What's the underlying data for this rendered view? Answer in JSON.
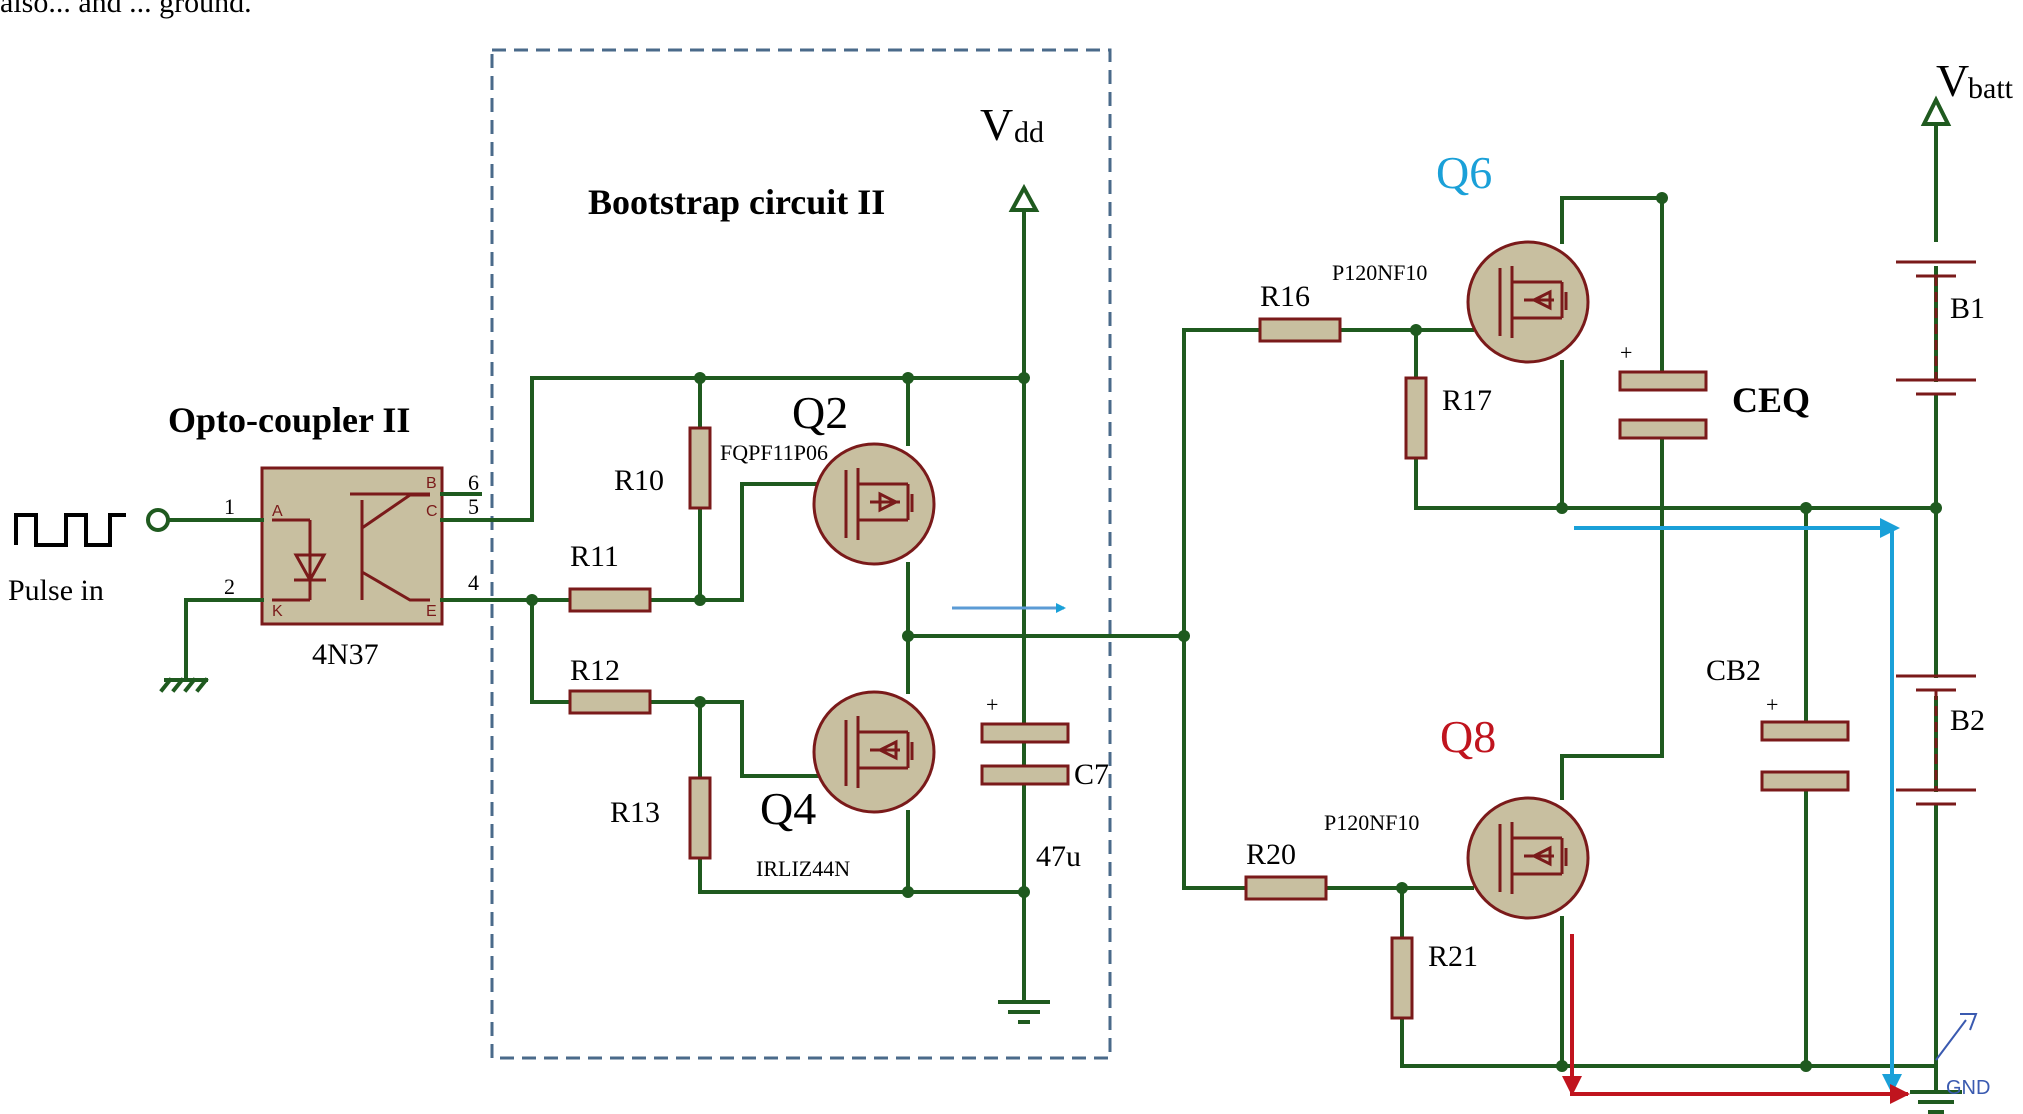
{
  "header_fragment": "also... and ... ground.",
  "labels": {
    "vdd_main": "V",
    "vdd_sub": "dd",
    "vbatt_main": "V",
    "vbatt_sub": "batt",
    "bootstrap": "Bootstrap circuit II",
    "opto_title": "Opto-coupler II",
    "opto_part": "4N37",
    "pulse_in": "Pulse in",
    "q2": "Q2",
    "q4": "Q4",
    "q6": "Q6",
    "q8": "Q8",
    "q2_part": "FQPF11P06",
    "q4_part": "IRLIZ44N",
    "q6_part": "P120NF10",
    "q8_part": "P120NF10",
    "r10": "R10",
    "r11": "R11",
    "r12": "R12",
    "r13": "R13",
    "r16": "R16",
    "r17": "R17",
    "r20": "R20",
    "r21": "R21",
    "c7": "C7",
    "c7_value": "47u",
    "ceq": "CEQ",
    "cb2": "CB2",
    "b1": "B1",
    "b2": "B2",
    "gnd": "GND",
    "pin_a": "A",
    "pin_k": "K",
    "pin_b": "B",
    "pin_c": "C",
    "pin_e": "E",
    "pin1": "1",
    "pin2": "2",
    "pin4": "4",
    "pin5": "5",
    "pin6": "6",
    "plus": "+",
    "minus": "-"
  },
  "colors": {
    "wire": "#1f5a1f",
    "component": "#7a1a1a",
    "component_fill": "#c8bfa0",
    "q6_label": "#1aa0d8",
    "q8_label": "#c0141e",
    "blue_current": "#1aa0d8",
    "red_current": "#c0141e",
    "box_border": "#4a6a8a"
  }
}
